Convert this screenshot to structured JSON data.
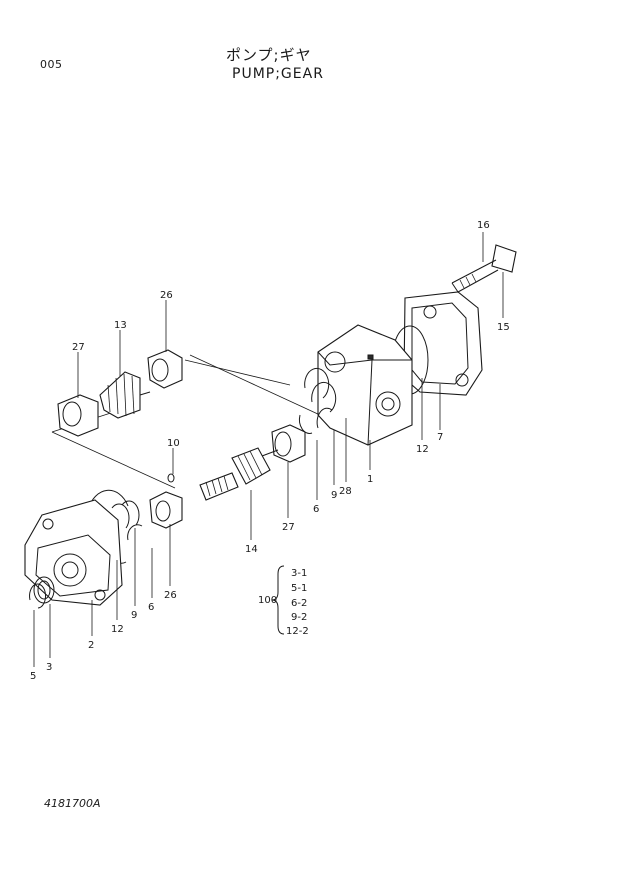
{
  "header": {
    "page_number": "005",
    "title_jp": "ポンプ;ギヤ",
    "title_en": "PUMP;GEAR"
  },
  "footer": {
    "drawing_code": "4181700A"
  },
  "callouts": {
    "c1": "1",
    "c2": "2",
    "c3": "3",
    "c5": "5",
    "c6a": "6",
    "c6b": "6",
    "c7": "7",
    "c9a": "9",
    "c9b": "9",
    "c10": "10",
    "c12a": "12",
    "c12b": "12",
    "c13": "13",
    "c14": "14",
    "c15": "15",
    "c16": "16",
    "c26a": "26",
    "c26b": "26",
    "c27a": "27",
    "c27b": "27",
    "c28": "28"
  },
  "kit": {
    "label": "100",
    "items": [
      "3-1",
      "5-1",
      "6-2",
      "9-2",
      "12-2"
    ]
  }
}
